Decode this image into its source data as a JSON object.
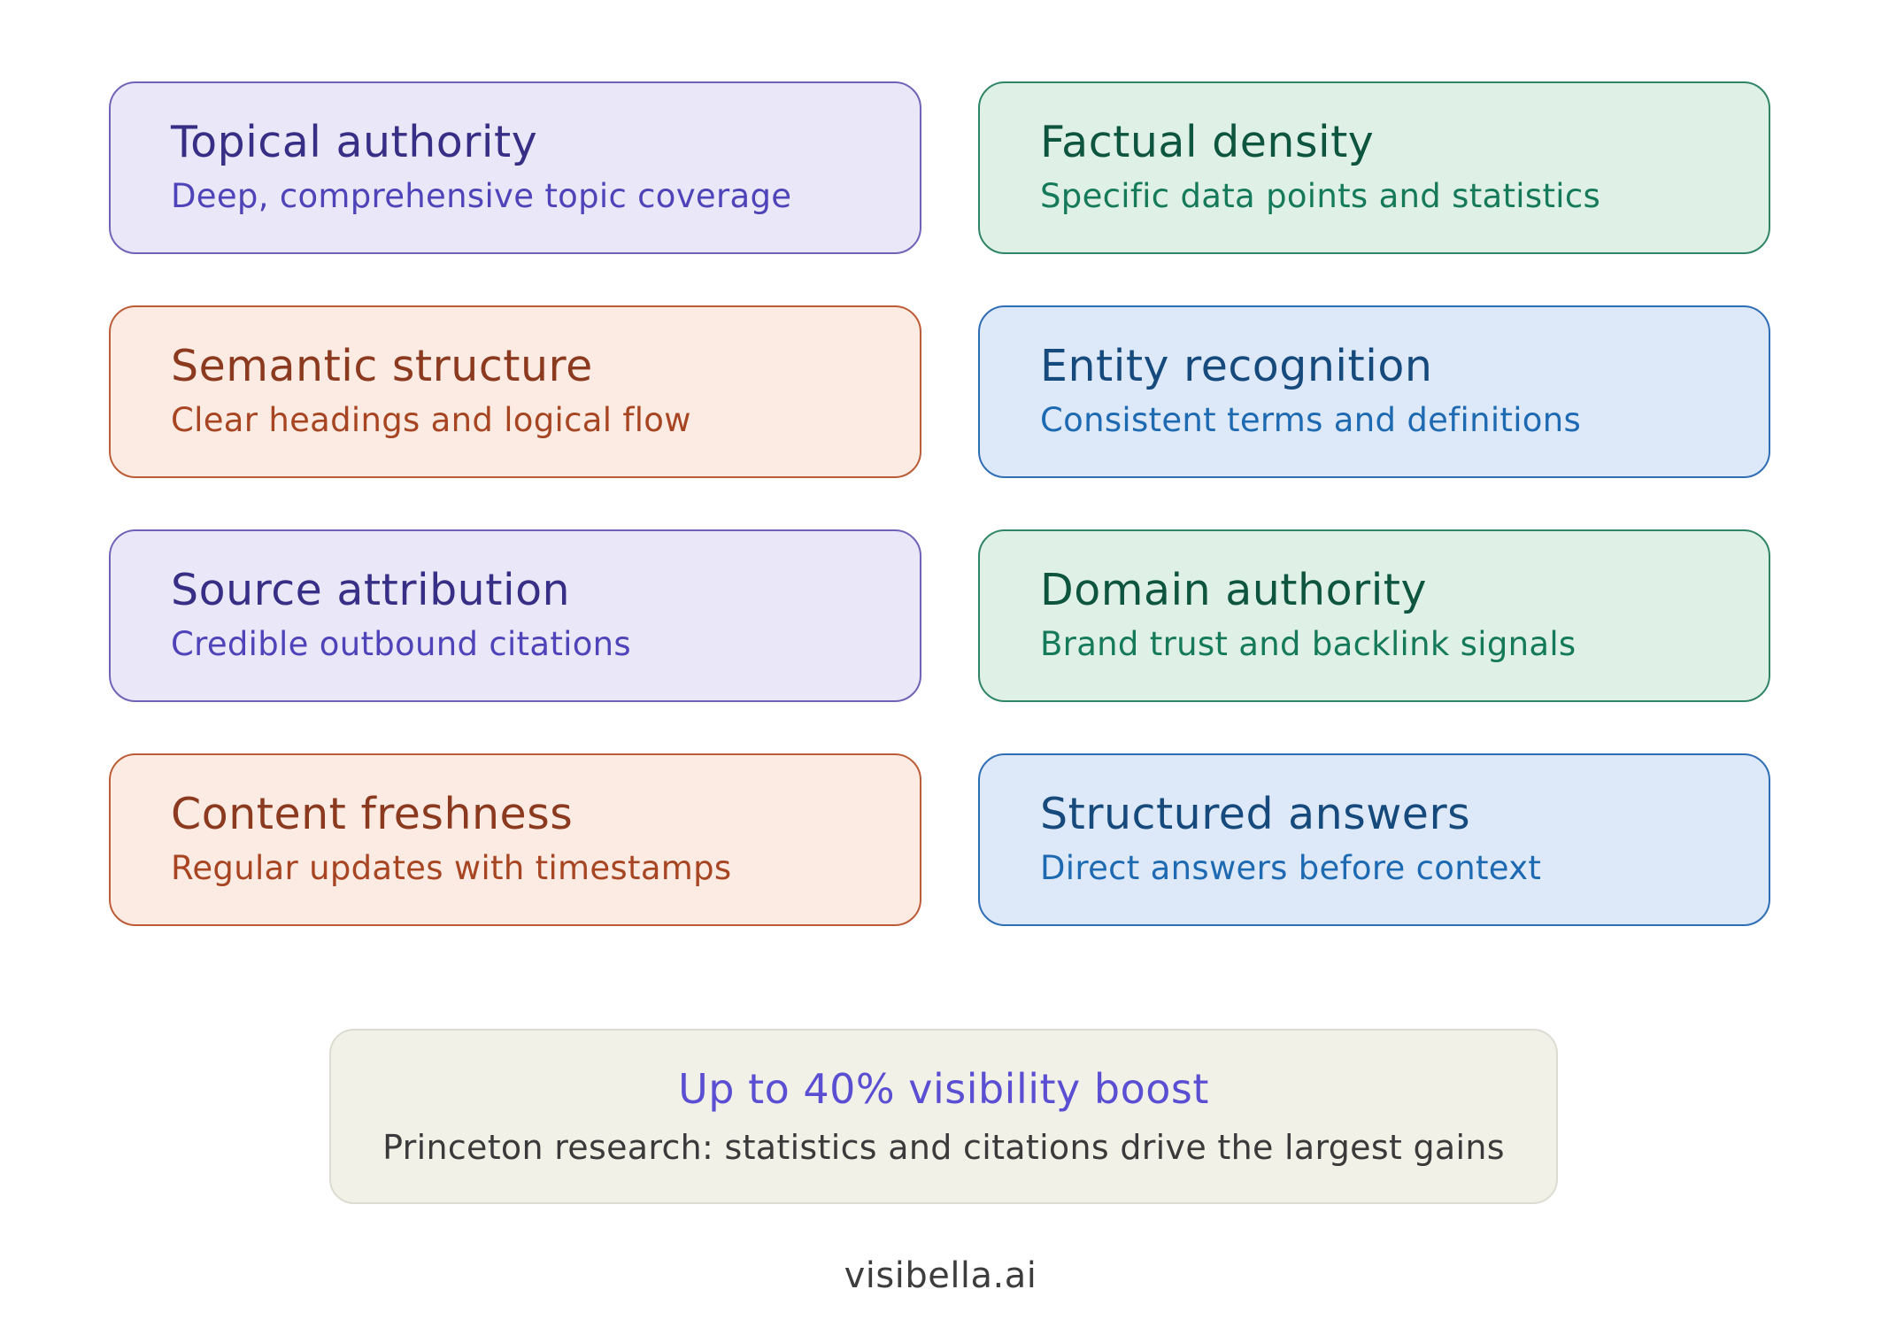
{
  "page": {
    "background": "#ffffff"
  },
  "themes": {
    "purple": {
      "bg": "#e9e7f8",
      "border": "#6f63b8",
      "title": "#362f85",
      "subtitle": "#4e43b8"
    },
    "green": {
      "bg": "#dff0e7",
      "border": "#2f8566",
      "title": "#0e553f",
      "subtitle": "#157a59"
    },
    "orange": {
      "bg": "#fcebe3",
      "border": "#bc5c36",
      "title": "#8b3a1f",
      "subtitle": "#a74522"
    },
    "blue": {
      "bg": "#dde9f8",
      "border": "#2f6db4",
      "title": "#164a7d",
      "subtitle": "#1d69b2"
    }
  },
  "cards": [
    {
      "title": "Topical authority",
      "subtitle": "Deep, comprehensive topic coverage",
      "theme": "purple"
    },
    {
      "title": "Factual density",
      "subtitle": "Specific data points and statistics",
      "theme": "green"
    },
    {
      "title": "Semantic structure",
      "subtitle": "Clear headings and logical flow",
      "theme": "orange"
    },
    {
      "title": "Entity recognition",
      "subtitle": "Consistent terms and definitions",
      "theme": "blue"
    },
    {
      "title": "Source attribution",
      "subtitle": "Credible outbound citations",
      "theme": "purple"
    },
    {
      "title": "Domain authority",
      "subtitle": "Brand trust and backlink signals",
      "theme": "green"
    },
    {
      "title": "Content freshness",
      "subtitle": "Regular updates with timestamps",
      "theme": "orange"
    },
    {
      "title": "Structured answers",
      "subtitle": "Direct answers before context",
      "theme": "blue"
    }
  ],
  "summary": {
    "headline": "Up to 40% visibility boost",
    "detail": "Princeton research: statistics and citations drive the largest gains",
    "bg": "#f2f1e8",
    "border": "#dcdcd2",
    "headline_color": "#5a4ed2",
    "detail_color": "#3a3a3a"
  },
  "footer": {
    "brand": "visibella.ai",
    "color": "#3d3d3d"
  }
}
